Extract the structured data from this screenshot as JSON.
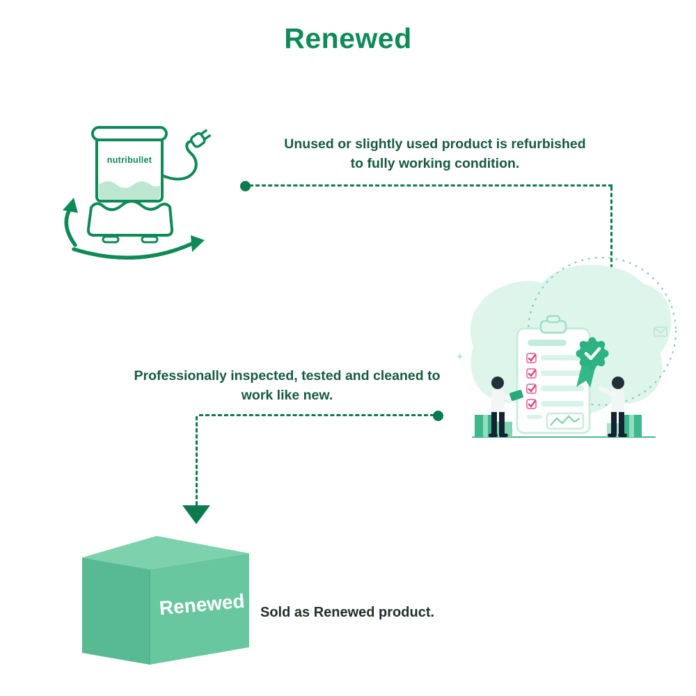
{
  "title": "Renewed",
  "colors": {
    "brand_green": "#0f8b57",
    "dark_text_green": "#175a40",
    "connector_green": "#0c7a4f",
    "box_green": "#68c79f",
    "mint_background": "#def5ec",
    "checkbox_pink": "#d6487e"
  },
  "steps": [
    {
      "id": 1,
      "text": "Unused or slightly used product is refurbished to fully working condition.",
      "illustration": "nutribullet-blender-line-art"
    },
    {
      "id": 2,
      "text": "Professionally inspected, tested and cleaned to work like new.",
      "illustration": "inspection-checklist-with-people"
    },
    {
      "id": 3,
      "text": "Sold as Renewed product.",
      "illustration": "renewed-shipping-box"
    }
  ],
  "blender": {
    "brand_label": "nutribullet"
  },
  "box": {
    "label": "Renewed"
  }
}
